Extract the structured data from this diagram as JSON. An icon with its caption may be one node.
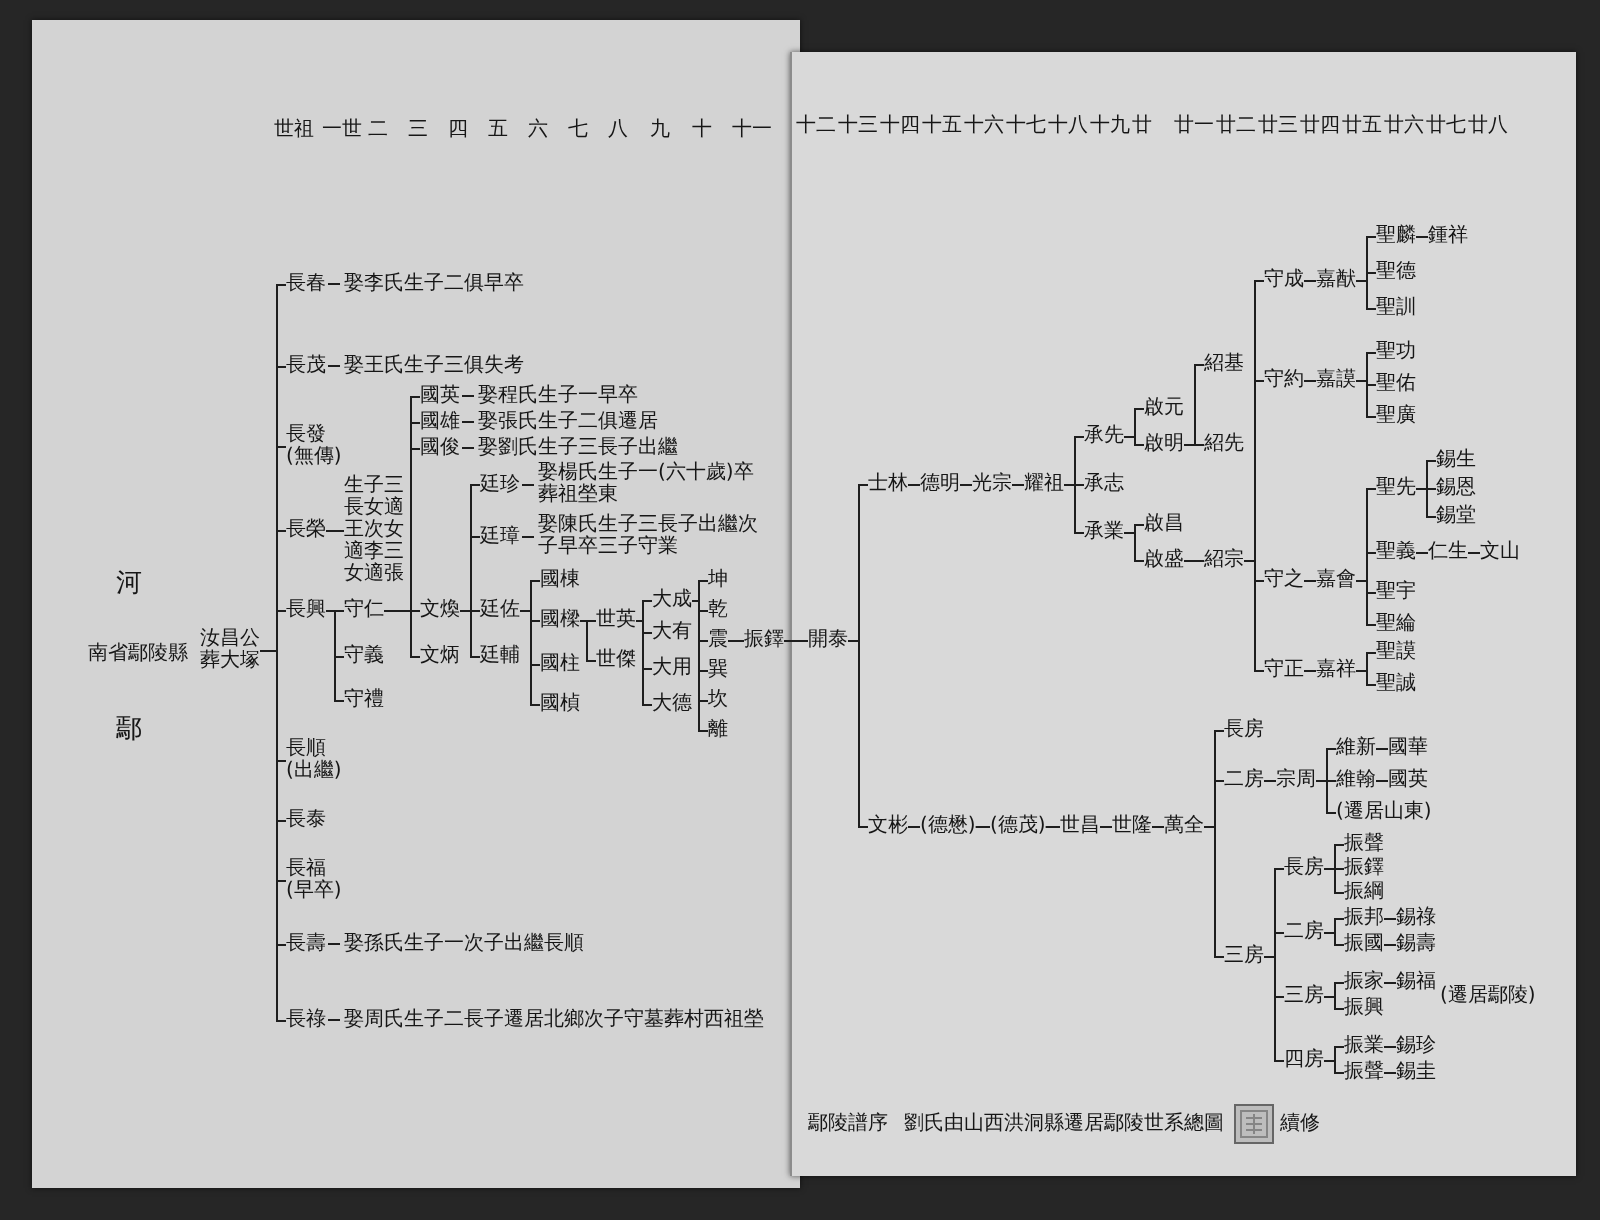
{
  "diagram": {
    "nodes": [
      {
        "text": [
          "汝昌公",
          "葬大塚"
        ]
      },
      {
        "text": [
          "長春",
          "娶李氏生子二俱早卒"
        ]
      },
      {
        "text": [
          "長茂",
          "娶王氏生子三俱失考"
        ]
      },
      {
        "text": [
          "長發",
          "(無傳)"
        ]
      },
      {
        "text": [
          "長榮"
        ]
      },
      {
        "text": [
          "生子三長女適王次女適李三女適張"
        ]
      },
      {
        "text": [
          "長興"
        ]
      },
      {
        "text": [
          "長順",
          "(出繼)"
        ]
      },
      {
        "text": [
          "長泰"
        ]
      },
      {
        "text": [
          "長福",
          "(早卒)"
        ]
      },
      {
        "text": [
          "長壽",
          "娶孫氏生子一次子出繼長順"
        ]
      },
      {
        "text": [
          "長祿",
          "娶周氏生子二長子遷居北鄉次子守墓葬村西祖塋"
        ]
      },
      {
        "text": [
          "守仁"
        ]
      },
      {
        "text": [
          "守義"
        ]
      },
      {
        "text": [
          "守禮"
        ]
      },
      {
        "text": [
          "國英",
          "娶程氏生子一早卒"
        ]
      },
      {
        "text": [
          "國雄",
          "娶張氏生子二俱遷居"
        ]
      },
      {
        "text": [
          "國俊",
          "娶劉氏生子三長子出繼"
        ]
      },
      {
        "text": [
          "文煥"
        ]
      },
      {
        "text": [
          "文炳"
        ]
      },
      {
        "text": [
          "廷珍",
          "娶楊氏生子一(六十歲)卒葬祖塋東"
        ]
      },
      {
        "text": [
          "廷璋",
          "娶陳氏生子三長子出繼次子早卒三子守業"
        ]
      },
      {
        "text": [
          "廷佐"
        ]
      },
      {
        "text": [
          "廷輔"
        ]
      },
      {
        "text": [
          "國棟"
        ]
      },
      {
        "text": [
          "國樑"
        ]
      },
      {
        "text": [
          "國柱"
        ]
      },
      {
        "text": [
          "國楨"
        ]
      },
      {
        "text": [
          "世英"
        ]
      },
      {
        "text": [
          "世傑"
        ]
      },
      {
        "text": [
          "大成"
        ]
      },
      {
        "text": [
          "大有"
        ]
      },
      {
        "text": [
          "大用"
        ]
      },
      {
        "text": [
          "大德"
        ]
      },
      {
        "text": [
          "坤"
        ]
      },
      {
        "text": [
          "乾"
        ]
      },
      {
        "text": [
          "震"
        ]
      },
      {
        "text": [
          "巽"
        ]
      },
      {
        "text": [
          "坎"
        ]
      },
      {
        "text": [
          "離"
        ]
      },
      {
        "text": [
          "振鐸"
        ]
      },
      {
        "text": [
          "開泰"
        ]
      },
      {
        "text": [
          "士林"
        ]
      },
      {
        "text": [
          "德明"
        ]
      },
      {
        "text": [
          "光宗"
        ]
      },
      {
        "text": [
          "耀祖"
        ]
      },
      {
        "text": [
          "承先"
        ]
      },
      {
        "text": [
          "承志"
        ]
      },
      {
        "text": [
          "承業"
        ]
      },
      {
        "text": [
          "啟元"
        ]
      },
      {
        "text": [
          "啟明"
        ]
      },
      {
        "text": [
          "啟昌"
        ]
      },
      {
        "text": [
          "啟盛"
        ]
      },
      {
        "text": [
          "紹基"
        ]
      },
      {
        "text": [
          "紹先"
        ]
      },
      {
        "text": [
          "紹宗"
        ]
      },
      {
        "text": [
          "守成"
        ]
      },
      {
        "text": [
          "守約"
        ]
      },
      {
        "text": [
          "守之"
        ]
      },
      {
        "text": [
          "守正"
        ]
      },
      {
        "text": [
          "嘉猷"
        ]
      },
      {
        "text": [
          "聖麟"
        ]
      },
      {
        "text": [
          "鍾祥"
        ]
      },
      {
        "text": [
          "聖德"
        ]
      },
      {
        "text": [
          "聖訓"
        ]
      },
      {
        "text": [
          "嘉謨"
        ]
      },
      {
        "text": [
          "聖功"
        ]
      },
      {
        "text": [
          "聖佑"
        ]
      },
      {
        "text": [
          "聖廣"
        ]
      },
      {
        "text": [
          "嘉會"
        ]
      },
      {
        "text": [
          "聖先"
        ]
      },
      {
        "text": [
          "錫生"
        ]
      },
      {
        "text": [
          "錫恩"
        ]
      },
      {
        "text": [
          "錫堂"
        ]
      },
      {
        "text": [
          "聖義"
        ]
      },
      {
        "text": [
          "仁生"
        ]
      },
      {
        "text": [
          "文山"
        ]
      },
      {
        "text": [
          "聖宇"
        ]
      },
      {
        "text": [
          "聖綸"
        ]
      },
      {
        "text": [
          "嘉祥"
        ]
      },
      {
        "text": [
          "聖謨"
        ]
      },
      {
        "text": [
          "聖誠"
        ]
      },
      {
        "text": [
          "文彬"
        ]
      },
      {
        "text": [
          "(德懋)"
        ]
      },
      {
        "text": [
          "(德茂)"
        ]
      },
      {
        "text": [
          "世昌"
        ]
      },
      {
        "text": [
          "世隆"
        ]
      },
      {
        "text": [
          "萬全"
        ]
      },
      {
        "text": [
          "長房"
        ]
      },
      {
        "text": [
          "二房"
        ]
      },
      {
        "text": [
          "三房"
        ]
      },
      {
        "text": [
          "宗周"
        ]
      },
      {
        "text": [
          "維新"
        ]
      },
      {
        "text": [
          "國華"
        ]
      },
      {
        "text": [
          "維翰"
        ]
      },
      {
        "text": [
          "國英"
        ]
      },
      {
        "text": [
          "(遷居山東)"
        ]
      },
      {
        "text": [
          "長房"
        ]
      },
      {
        "text": [
          "二房"
        ]
      },
      {
        "text": [
          "三房"
        ]
      },
      {
        "text": [
          "四房"
        ]
      },
      {
        "text": [
          "振聲"
        ]
      },
      {
        "text": [
          "振鐸"
        ]
      },
      {
        "text": [
          "振綱"
        ]
      },
      {
        "text": [
          "振邦"
        ]
      },
      {
        "text": [
          "錫祿"
        ]
      },
      {
        "text": [
          "振國"
        ]
      },
      {
        "text": [
          "錫壽"
        ]
      },
      {
        "text": [
          "振家"
        ]
      },
      {
        "text": [
          "錫福"
        ]
      },
      {
        "text": [
          "振興"
        ]
      },
      {
        "text": [
          "振業"
        ]
      },
      {
        "text": [
          "錫珍"
        ]
      },
      {
        "text": [
          "振聲"
        ]
      },
      {
        "text": [
          "錫圭"
        ]
      }
    ],
    "edges": [
      {
        "from": 0,
        "to": 1,
        "arrow": "none"
      },
      {
        "from": 0,
        "to": 2,
        "arrow": "none"
      },
      {
        "from": 0,
        "to": 3,
        "arrow": "none"
      },
      {
        "from": 0,
        "to": 4,
        "arrow": "none"
      },
      {
        "from": 0,
        "to": 6,
        "arrow": "none"
      },
      {
        "from": 0,
        "to": 7,
        "arrow": "none"
      },
      {
        "from": 0,
        "to": 8,
        "arrow": "none"
      },
      {
        "from": 0,
        "to": 9,
        "arrow": "none"
      },
      {
        "from": 0,
        "to": 10,
        "arrow": "none"
      },
      {
        "from": 0,
        "to": 11,
        "arrow": "none"
      },
      {
        "from": 4,
        "to": 5,
        "arrow": "none"
      },
      {
        "from": 6,
        "to": 12,
        "arrow": "none"
      },
      {
        "from": 6,
        "to": 13,
        "arrow": "none"
      },
      {
        "from": 6,
        "to": 14,
        "arrow": "none"
      },
      {
        "from": 12,
        "to": 15,
        "arrow": "none"
      },
      {
        "from": 12,
        "to": 16,
        "arrow": "none"
      },
      {
        "from": 12,
        "to": 17,
        "arrow": "none"
      },
      {
        "from": 12,
        "to": 18,
        "arrow": "none"
      },
      {
        "from": 12,
        "to": 19,
        "arrow": "none"
      },
      {
        "from": 18,
        "to": 20,
        "arrow": "none"
      },
      {
        "from": 18,
        "to": 21,
        "arrow": "none"
      },
      {
        "from": 18,
        "to": 22,
        "arrow": "none"
      },
      {
        "from": 18,
        "to": 23,
        "arrow": "none"
      },
      {
        "from": 22,
        "to": 24,
        "arrow": "none"
      },
      {
        "from": 22,
        "to": 25,
        "arrow": "none"
      },
      {
        "from": 22,
        "to": 26,
        "arrow": "none"
      },
      {
        "from": 22,
        "to": 27,
        "arrow": "none"
      },
      {
        "from": 25,
        "to": 28,
        "arrow": "none"
      },
      {
        "from": 25,
        "to": 29,
        "arrow": "none"
      },
      {
        "from": 28,
        "to": 30,
        "arrow": "none"
      },
      {
        "from": 28,
        "to": 31,
        "arrow": "none"
      },
      {
        "from": 28,
        "to": 32,
        "arrow": "none"
      },
      {
        "from": 28,
        "to": 33,
        "arrow": "none"
      },
      {
        "from": 30,
        "to": 34,
        "arrow": "none"
      },
      {
        "from": 30,
        "to": 35,
        "arrow": "none"
      },
      {
        "from": 30,
        "to": 36,
        "arrow": "none"
      },
      {
        "from": 30,
        "to": 37,
        "arrow": "none"
      },
      {
        "from": 30,
        "to": 38,
        "arrow": "none"
      },
      {
        "from": 30,
        "to": 39,
        "arrow": "none"
      },
      {
        "from": 36,
        "to": 40,
        "arrow": "none"
      },
      {
        "from": 40,
        "to": 41,
        "arrow": "none"
      },
      {
        "from": 41,
        "to": 42,
        "arrow": "none"
      },
      {
        "from": 42,
        "to": 43,
        "arrow": "none"
      },
      {
        "from": 43,
        "to": 44,
        "arrow": "none"
      },
      {
        "from": 44,
        "to": 45,
        "arrow": "none"
      },
      {
        "from": 45,
        "to": 46,
        "arrow": "none"
      },
      {
        "from": 45,
        "to": 47,
        "arrow": "none"
      },
      {
        "from": 45,
        "to": 48,
        "arrow": "none"
      },
      {
        "from": 46,
        "to": 49,
        "arrow": "none"
      },
      {
        "from": 46,
        "to": 50,
        "arrow": "none"
      },
      {
        "from": 48,
        "to": 51,
        "arrow": "none"
      },
      {
        "from": 48,
        "to": 52,
        "arrow": "none"
      },
      {
        "from": 50,
        "to": 53,
        "arrow": "none"
      },
      {
        "from": 50,
        "to": 54,
        "arrow": "none"
      },
      {
        "from": 52,
        "to": 55,
        "arrow": "none"
      },
      {
        "from": 55,
        "to": 56,
        "arrow": "none"
      },
      {
        "from": 55,
        "to": 57,
        "arrow": "none"
      },
      {
        "from": 55,
        "to": 58,
        "arrow": "none"
      },
      {
        "from": 55,
        "to": 59,
        "arrow": "none"
      },
      {
        "from": 56,
        "to": 60,
        "arrow": "none"
      },
      {
        "from": 60,
        "to": 61,
        "arrow": "none"
      },
      {
        "from": 61,
        "to": 62,
        "arrow": "none"
      },
      {
        "from": 60,
        "to": 63,
        "arrow": "none"
      },
      {
        "from": 60,
        "to": 64,
        "arrow": "none"
      },
      {
        "from": 57,
        "to": 65,
        "arrow": "none"
      },
      {
        "from": 65,
        "to": 66,
        "arrow": "none"
      },
      {
        "from": 65,
        "to": 67,
        "arrow": "none"
      },
      {
        "from": 65,
        "to": 68,
        "arrow": "none"
      },
      {
        "from": 58,
        "to": 69,
        "arrow": "none"
      },
      {
        "from": 69,
        "to": 70,
        "arrow": "none"
      },
      {
        "from": 70,
        "to": 71,
        "arrow": "none"
      },
      {
        "from": 70,
        "to": 72,
        "arrow": "none"
      },
      {
        "from": 70,
        "to": 73,
        "arrow": "none"
      },
      {
        "from": 69,
        "to": 74,
        "arrow": "none"
      },
      {
        "from": 74,
        "to": 75,
        "arrow": "none"
      },
      {
        "from": 75,
        "to": 76,
        "arrow": "none"
      },
      {
        "from": 69,
        "to": 77,
        "arrow": "none"
      },
      {
        "from": 69,
        "to": 78,
        "arrow": "none"
      },
      {
        "from": 59,
        "to": 79,
        "arrow": "none"
      },
      {
        "from": 79,
        "to": 80,
        "arrow": "none"
      },
      {
        "from": 79,
        "to": 81,
        "arrow": "none"
      },
      {
        "from": 41,
        "to": 82,
        "arrow": "none"
      },
      {
        "from": 82,
        "to": 83,
        "arrow": "none"
      },
      {
        "from": 83,
        "to": 84,
        "arrow": "none"
      },
      {
        "from": 84,
        "to": 85,
        "arrow": "none"
      },
      {
        "from": 85,
        "to": 86,
        "arrow": "none"
      },
      {
        "from": 86,
        "to": 87,
        "arrow": "none"
      },
      {
        "from": 87,
        "to": 88,
        "arrow": "none"
      },
      {
        "from": 87,
        "to": 89,
        "arrow": "none"
      },
      {
        "from": 87,
        "to": 90,
        "arrow": "none"
      },
      {
        "from": 89,
        "to": 91,
        "arrow": "none"
      },
      {
        "from": 91,
        "to": 92,
        "arrow": "none"
      },
      {
        "from": 92,
        "to": 93,
        "arrow": "none"
      },
      {
        "from": 91,
        "to": 94,
        "arrow": "none"
      },
      {
        "from": 94,
        "to": 95,
        "arrow": "none"
      },
      {
        "from": 91,
        "to": 96,
        "arrow": "none"
      },
      {
        "from": 90,
        "to": 97,
        "arrow": "none"
      },
      {
        "from": 90,
        "to": 98,
        "arrow": "none"
      },
      {
        "from": 90,
        "to": 99,
        "arrow": "none"
      },
      {
        "from": 90,
        "to": 100,
        "arrow": "none"
      },
      {
        "from": 97,
        "to": 101,
        "arrow": "none"
      },
      {
        "from": 97,
        "to": 102,
        "arrow": "none"
      },
      {
        "from": 97,
        "to": 103,
        "arrow": "none"
      },
      {
        "from": 98,
        "to": 104,
        "arrow": "none"
      },
      {
        "from": 104,
        "to": 105,
        "arrow": "none"
      },
      {
        "from": 98,
        "to": 106,
        "arrow": "none"
      },
      {
        "from": 106,
        "to": 107,
        "arrow": "none"
      },
      {
        "from": 99,
        "to": 108,
        "arrow": "none"
      },
      {
        "from": 108,
        "to": 109,
        "arrow": "none"
      },
      {
        "from": 99,
        "to": 110,
        "arrow": "none"
      },
      {
        "from": 100,
        "to": 111,
        "arrow": "none"
      },
      {
        "from": 111,
        "to": 112,
        "arrow": "none"
      },
      {
        "from": 100,
        "to": 113,
        "arrow": "none"
      },
      {
        "from": 113,
        "to": 114,
        "arrow": "none"
      }
    ],
    "labels": [
      "世祖",
      "一世",
      "二",
      "三",
      "四",
      "五",
      "六",
      "七",
      "八",
      "九",
      "十",
      "十一",
      "十二",
      "十三",
      "十四",
      "十五",
      "十六",
      "十七",
      "十八",
      "十九",
      "廿",
      "廿一",
      "廿二",
      "廿三",
      "廿四",
      "廿五",
      "廿六",
      "廿七",
      "廿八",
      "河",
      "南省鄢陵縣",
      "鄢",
      "(遷居鄢陵)",
      "鄢陵譜序",
      "劉氏由山西洪洞縣遷居鄢陵世系總圖",
      "續修"
    ]
  }
}
